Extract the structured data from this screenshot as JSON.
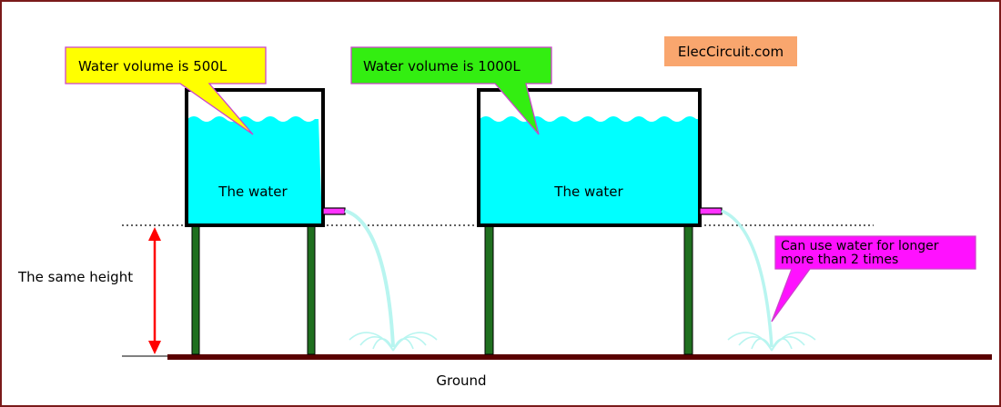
{
  "callouts": {
    "tank_small_volume": "Water volume is 500L",
    "tank_large_volume": "Water volume is 1000L",
    "longer_use_line1": "Can use water for longer",
    "longer_use_line2": "more than 2 times"
  },
  "brand": "ElecCircuit.com",
  "labels": {
    "tank_small_water": "The water",
    "tank_large_water": "The water",
    "same_height": "The same height",
    "ground": "Ground"
  },
  "colors": {
    "border": "#7a1a1a",
    "water": "#00ffff",
    "spray": "#b8f5f0",
    "tank_outline": "#000000",
    "legs": "#1f6f1f",
    "ground": "#5a0000",
    "pipe": "#ff33ff",
    "arrow": "#ff0000",
    "callout_small": "#ffff00",
    "callout_large": "#33ee11",
    "callout_note": "#ff11ff",
    "brand_bg": "#f9a66e"
  }
}
